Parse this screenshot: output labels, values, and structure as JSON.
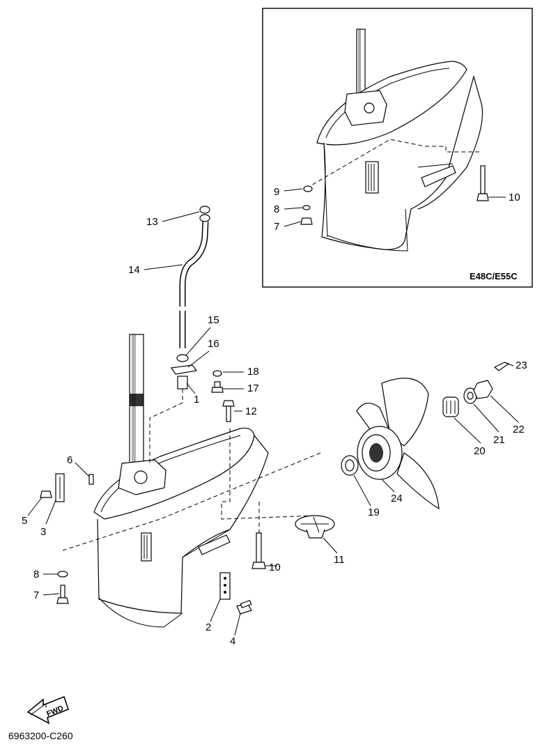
{
  "inset": {
    "caption": "E48C/E55C",
    "labels": [
      "9",
      "8",
      "7",
      "10"
    ]
  },
  "callouts": {
    "c1": "1",
    "c2": "2",
    "c3": "3",
    "c4": "4",
    "c5": "5",
    "c6": "6",
    "c7": "7",
    "c8": "8",
    "c10": "10",
    "c11": "11",
    "c12": "12",
    "c13": "13",
    "c14": "14",
    "c15": "15",
    "c16": "16",
    "c17": "17",
    "c18": "18",
    "c19": "19",
    "c20": "20",
    "c21": "21",
    "c22": "22",
    "c23": "23",
    "c24": "24"
  },
  "fwd_label": "FWD",
  "drawing_code": "6963200-C260"
}
